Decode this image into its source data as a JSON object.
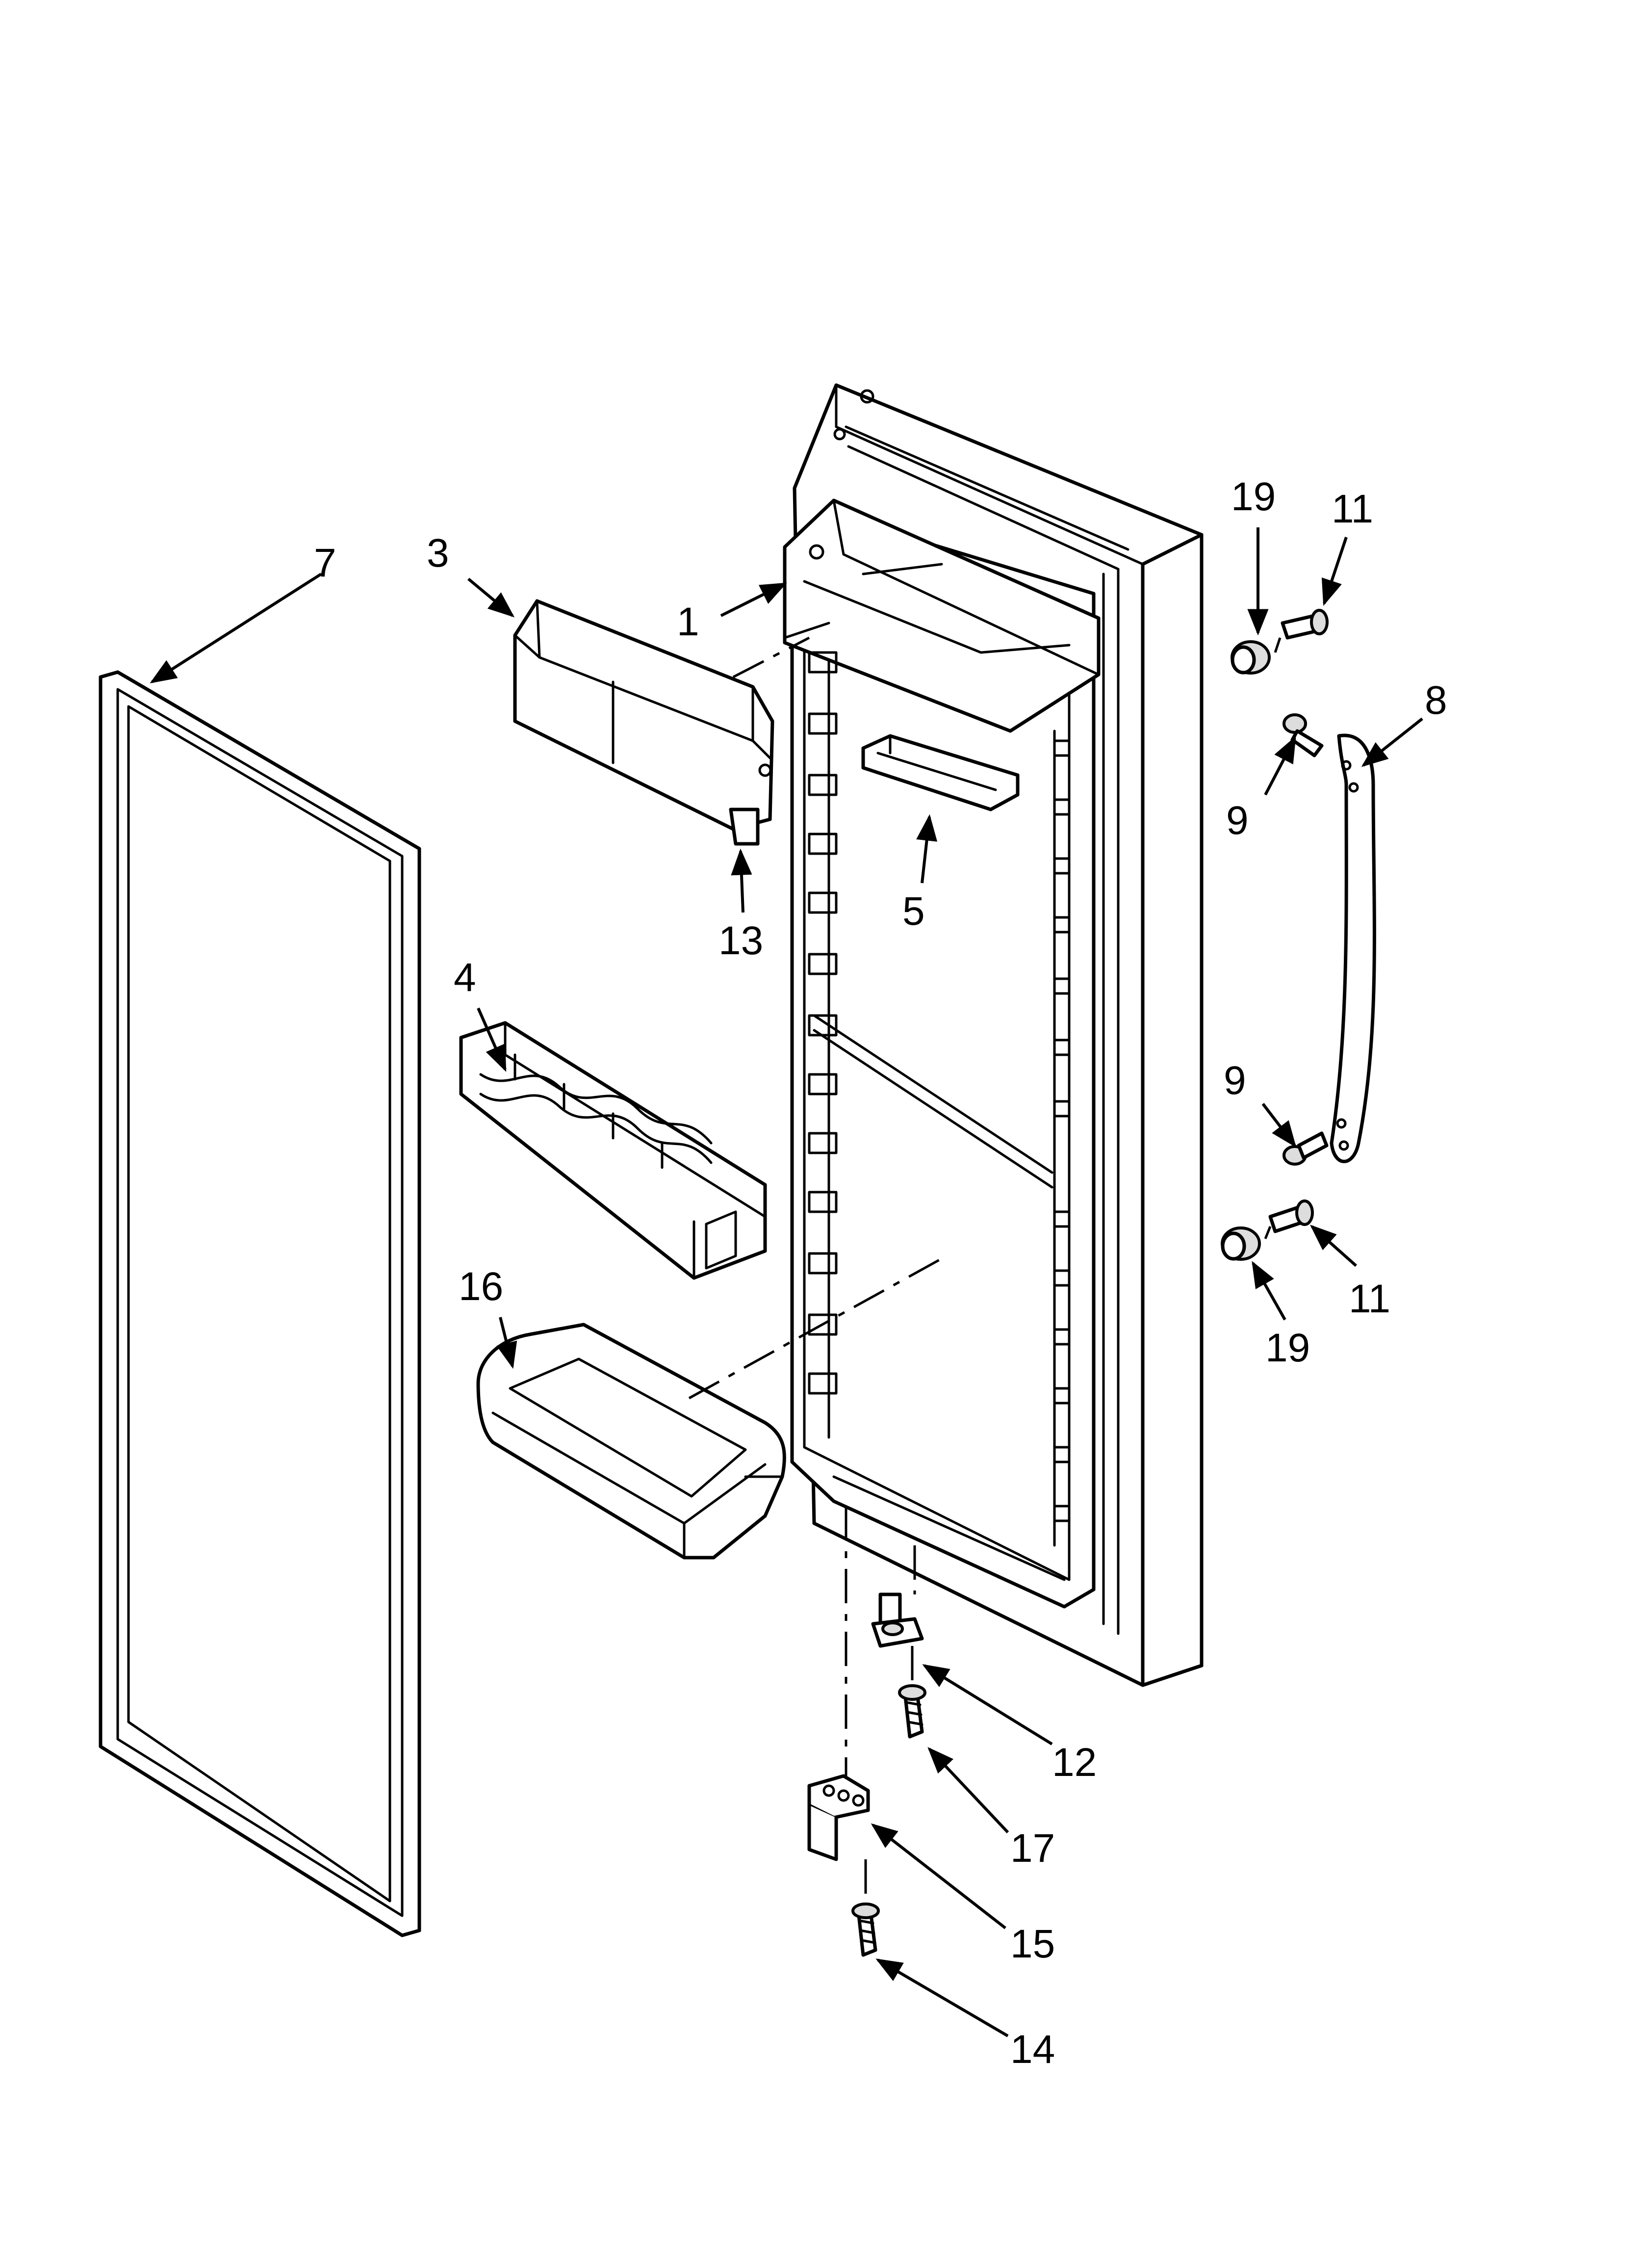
{
  "callouts": {
    "p1": "1",
    "p3": "3",
    "p4": "4",
    "p5": "5",
    "p7": "7",
    "p8": "8",
    "p9a": "9",
    "p9b": "9",
    "p11a": "11",
    "p11b": "11",
    "p12": "12",
    "p13": "13",
    "p14": "14",
    "p15": "15",
    "p16": "16",
    "p17": "17",
    "p19a": "19",
    "p19b": "19"
  }
}
